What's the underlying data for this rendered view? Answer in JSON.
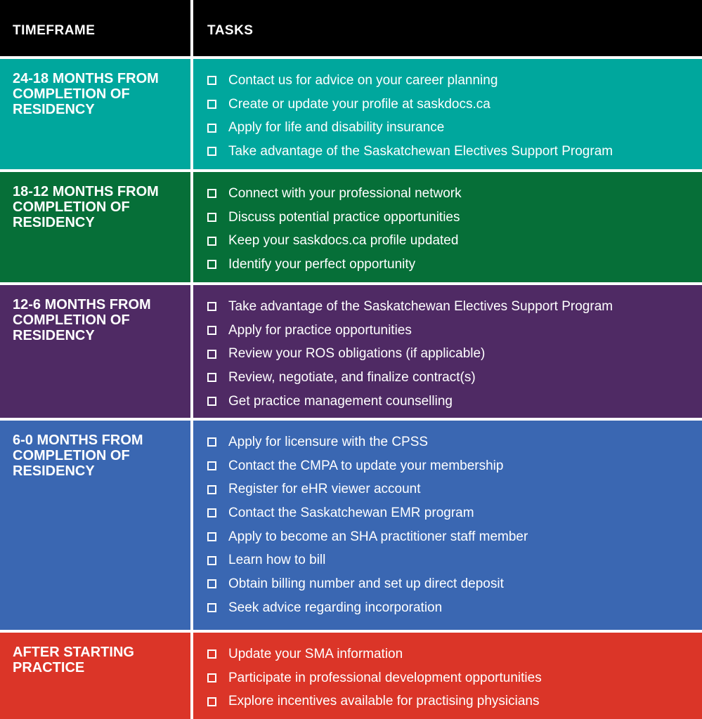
{
  "header": {
    "timeframe_label": "TIMEFRAME",
    "tasks_label": "TASKS"
  },
  "colors": {
    "header": "#000000",
    "sections": [
      "#00A79D",
      "#066F38",
      "#4F2A64",
      "#3A67B2",
      "#DB3528"
    ]
  },
  "sections": [
    {
      "timeframe": "24-18 MONTHS FROM COMPLETION OF RESIDENCY",
      "tasks": [
        "Contact us for advice on your career planning",
        "Create or update your profile at saskdocs.ca",
        "Apply for life and disability insurance",
        "Take advantage of the Saskatchewan Electives Support Program"
      ]
    },
    {
      "timeframe": "18-12 MONTHS FROM COMPLETION OF RESIDENCY",
      "tasks": [
        "Connect with your professional network",
        "Discuss potential practice opportunities",
        "Keep your saskdocs.ca profile updated",
        "Identify your perfect opportunity"
      ]
    },
    {
      "timeframe": "12-6 MONTHS FROM COMPLETION OF RESIDENCY",
      "tasks": [
        "Take advantage of the Saskatchewan Electives Support Program",
        "Apply for practice opportunities",
        "Review your ROS obligations (if applicable)",
        "Review, negotiate, and finalize contract(s)",
        "Get practice management counselling"
      ]
    },
    {
      "timeframe": "6-0 MONTHS FROM COMPLETION OF RESIDENCY",
      "tasks": [
        "Apply for licensure with the CPSS",
        "Contact the CMPA to update your membership",
        "Register for eHR viewer account",
        "Contact the Saskatchewan EMR program",
        "Apply to become an SHA practitioner staff member",
        "Learn how to bill",
        "Obtain billing number and set up direct deposit",
        "Seek advice regarding incorporation"
      ]
    },
    {
      "timeframe": "AFTER STARTING PRACTICE",
      "tasks": [
        "Update your SMA information",
        "Participate in professional development opportunities",
        "Explore incentives available for practising physicians"
      ]
    }
  ]
}
